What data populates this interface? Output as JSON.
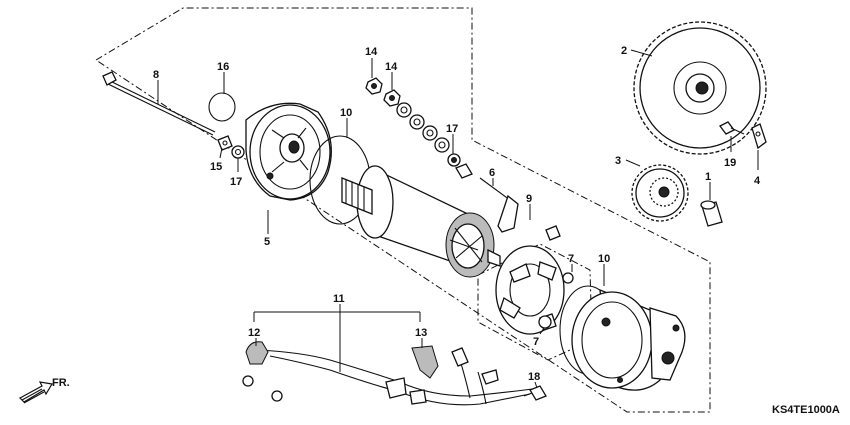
{
  "diagram": {
    "code": "KS4TE1000A",
    "direction_label": "FR.",
    "callouts": [
      {
        "id": "c1",
        "text": "1"
      },
      {
        "id": "c2",
        "text": "2"
      },
      {
        "id": "c3",
        "text": "3"
      },
      {
        "id": "c4",
        "text": "4"
      },
      {
        "id": "c5",
        "text": "5"
      },
      {
        "id": "c6",
        "text": "6"
      },
      {
        "id": "c7a",
        "text": "7"
      },
      {
        "id": "c7b",
        "text": "7"
      },
      {
        "id": "c8",
        "text": "8"
      },
      {
        "id": "c9",
        "text": "9"
      },
      {
        "id": "c10a",
        "text": "10"
      },
      {
        "id": "c10b",
        "text": "10"
      },
      {
        "id": "c11",
        "text": "11"
      },
      {
        "id": "c12",
        "text": "12"
      },
      {
        "id": "c13",
        "text": "13"
      },
      {
        "id": "c14a",
        "text": "14"
      },
      {
        "id": "c14b",
        "text": "14"
      },
      {
        "id": "c15",
        "text": "15"
      },
      {
        "id": "c16",
        "text": "16"
      },
      {
        "id": "c17a",
        "text": "17"
      },
      {
        "id": "c17b",
        "text": "17"
      },
      {
        "id": "c18",
        "text": "18"
      },
      {
        "id": "c19",
        "text": "19"
      }
    ]
  }
}
